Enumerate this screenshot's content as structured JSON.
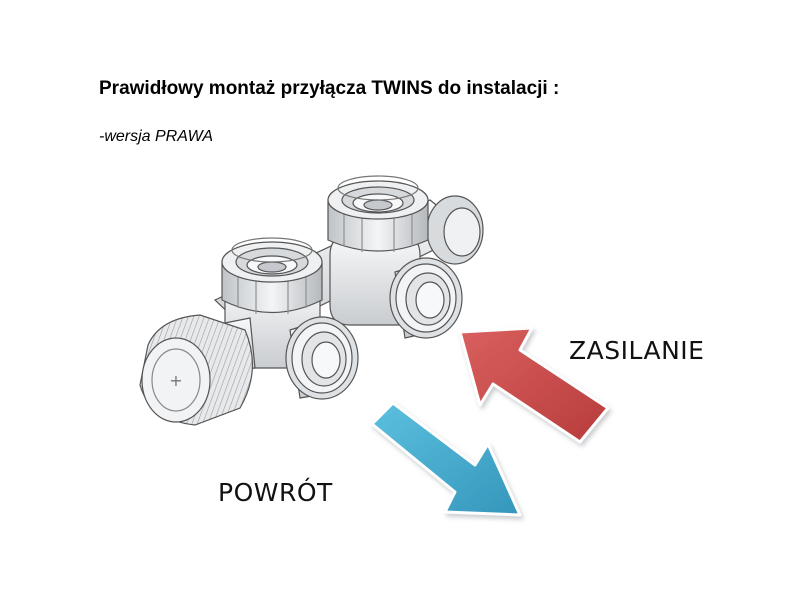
{
  "title": "Prawidłowy montaż przyłącza TWINS do instalacji :",
  "subtitle": "-wersja PRAWA",
  "labels": {
    "supply": "ZASILANIE",
    "return": "POWRÓT"
  },
  "colors": {
    "supply_arrow": "#c84a4a",
    "return_arrow": "#44a8c8",
    "valve_body": "#e4e6e8",
    "valve_outline": "#555555"
  },
  "icons": {
    "valve": "twin-valve-connector-icon",
    "supply_arrow": "arrow-up-left-icon",
    "return_arrow": "arrow-down-right-icon"
  }
}
